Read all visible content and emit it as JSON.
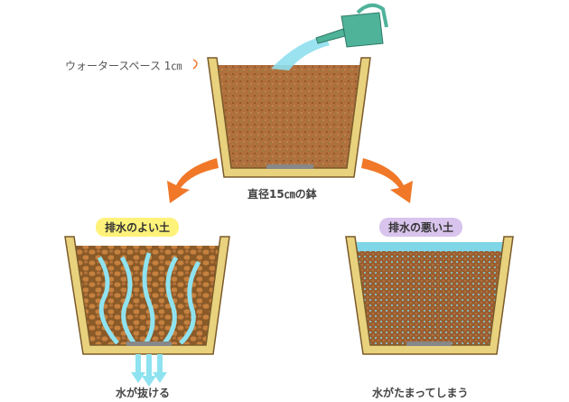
{
  "labels": {
    "water_space": "ウォータースペース 1㎝",
    "pot_size": "直径15㎝の鉢",
    "good_soil": "排水のよい土",
    "bad_soil": "排水の悪い土",
    "good_result": "水が抜ける",
    "bad_result": "水がたまってしまう"
  },
  "colors": {
    "pot": "#e9d27e",
    "pot_outline": "#7a5a2a",
    "soil": "#a9693a",
    "water": "#7fd6e6",
    "arrow": "#f07828",
    "good_badge": "#fff27a",
    "bad_badge": "#d8c4ec",
    "can": "#4fb39a"
  }
}
